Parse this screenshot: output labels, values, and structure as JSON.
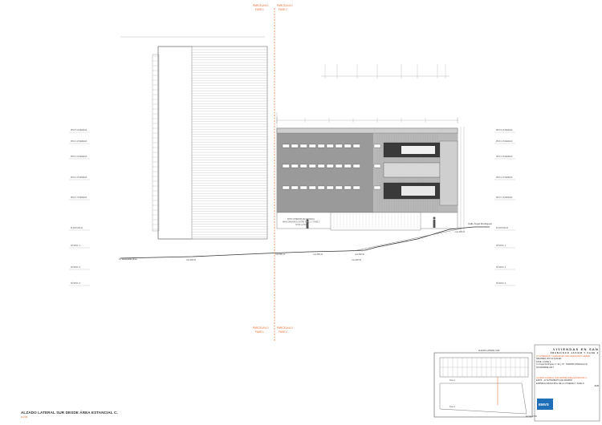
{
  "cut_labels": {
    "top_left": "PARCELA 6.1",
    "top_right": "PARCELA 6.2",
    "top_left_2": "FASE 1",
    "top_right_2": "FASE 2",
    "bottom_left": "PARCELA 6.1",
    "bottom_right": "PARCELA 6.2",
    "bottom_left_2": "FASE 1",
    "bottom_right_2": "FASE 2"
  },
  "annotations": {
    "street_left": "C/ Rosquilla Rico",
    "street_right": "Calle Ángel Rodríguez",
    "patio_note_1": "PATIO INTERIOR DE MANZANA",
    "patio_note_2": "MANCOMUNADO ENTRE FASE 1 Y FASE 2",
    "patio_note_3": "COTA +2,50 M",
    "level_a": "cota 686,00",
    "level_b": "cota 686,12",
    "level_c": "cota 686,40",
    "level_d": "cota 686,90",
    "level_e": "cota 688,00",
    "level_f": "cota 689,50"
  },
  "levels_left": [
    "PISO 5 VIVIENDAS",
    "PISO 4 VIVIENDAS",
    "PISO 3 VIVIENDAS",
    "PISO 2 VIVIENDAS",
    "PISO 1 VIVIENDAS",
    "PLANTA BAJA",
    "SÓTANO -1",
    "SÓTANO -2",
    "SÓTANO -3"
  ],
  "levels_right": [
    "PISO 5 VIVIENDAS",
    "PISO 4 VIVIENDAS",
    "PISO 3 VIVIENDAS",
    "PISO 2 VIVIENDAS",
    "PISO 1 VIVIENDAS",
    "PLANTA BAJA",
    "SÓTANO -1",
    "SÓTANO -2",
    "SÓTANO -3"
  ],
  "sheet": {
    "title": "ALZADO LATERAL SUR DESDE ÁREA ESTANCIAL C.",
    "subtitle": "E 1/150",
    "scale": "Escala 1/150"
  },
  "key_plan": {
    "title": "ALZADO LATERAL SUR",
    "label_1": "Fase 1",
    "label_2": "Fase 2",
    "caption": "ALZADO LATERAL SUR DESDE ÁREA ESTANCIAL C."
  },
  "title_block": {
    "header_1": "VIVIENDAS EN SAN",
    "header_2": "FRANCISCO JAVIER Y FASE 2",
    "project": "37 VIVIENDAS Y GARAJE EN SAN FRANCISCO JAVIER",
    "project_2": "RÉGIMEN VPP ALQUILER",
    "phase": "FASE 1 FASE 2",
    "address": "C/ Ángel Rodríguez nº 32 y 37 · MADRID (PARCELA 6)",
    "date": "NOVIEMBRE 2017",
    "client_1": "EMVS · AYUNTAMIENTO DE MADRID",
    "client_2": "EMPRESA MUNICIPAL DE LA VIVIENDA Y SUELO",
    "drawing_no": "6-15",
    "logo_text": "EMVS"
  },
  "colors": {
    "accent": "#e8672a",
    "facade_dark": "#8f8f8f",
    "facade_mid": "#b5b5b5",
    "line": "#444444"
  }
}
